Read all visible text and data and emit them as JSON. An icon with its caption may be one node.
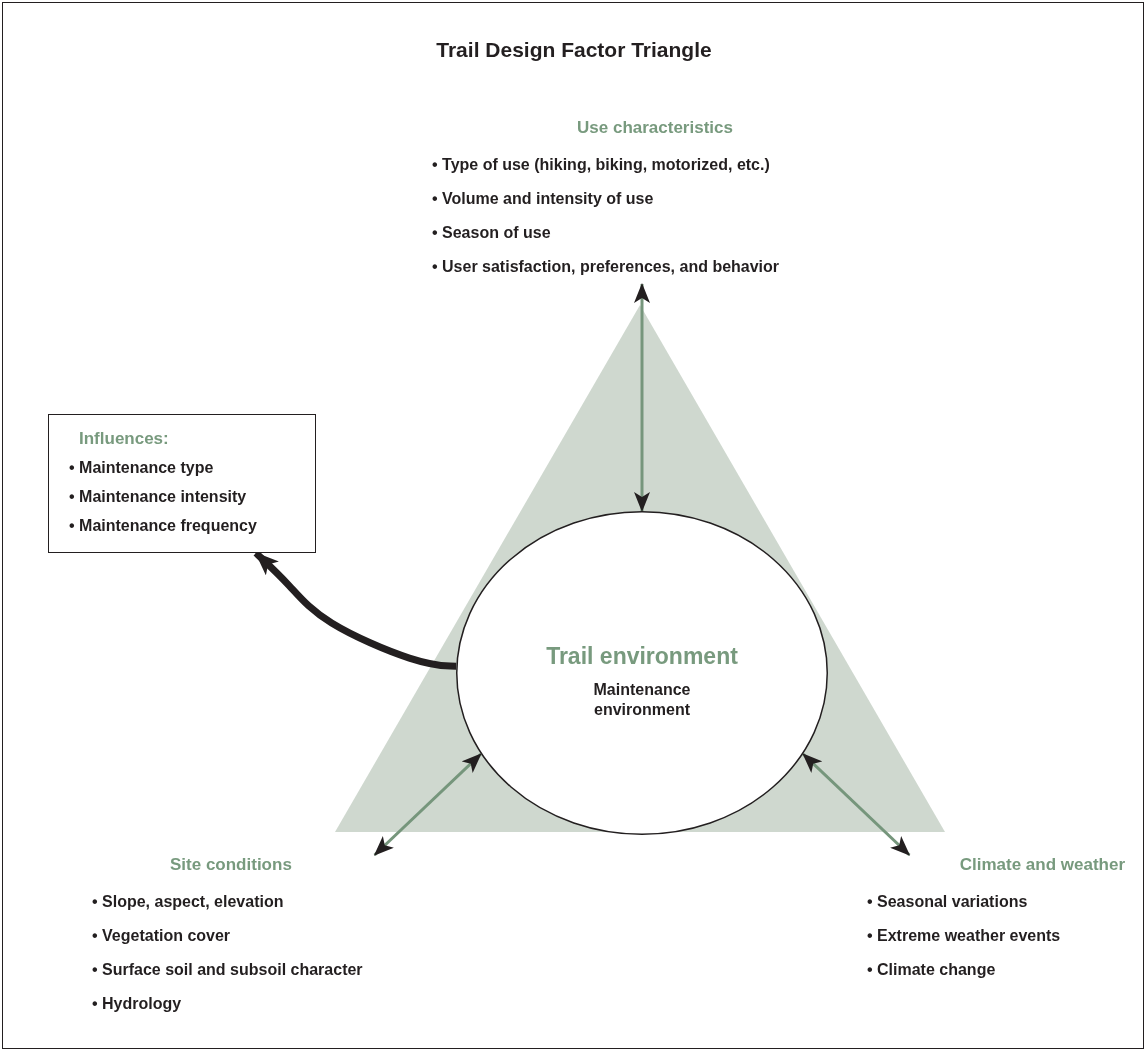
{
  "diagram": {
    "title": "Trail Design Factor Triangle",
    "nodes": [
      {
        "text": [
          "Trail environment",
          "Maintenance environment"
        ]
      },
      {
        "text": [
          "Use characteristics",
          "• Type of use (hiking, biking, motorized, etc.)",
          "• Volume and intensity of use",
          "• Season of use",
          "• User satisfaction, preferences, and behavior"
        ]
      },
      {
        "text": [
          "Site conditions",
          "• Slope, aspect, elevation",
          "• Vegetation cover",
          "• Surface soil and subsoil character",
          "• Hydrology"
        ]
      },
      {
        "text": [
          "Climate and weather",
          "• Seasonal variations",
          "• Extreme weather events",
          "• Climate change"
        ]
      },
      {
        "text": [
          "Influences:",
          "• Maintenance type",
          "• Maintenance intensity",
          "• Maintenance frequency"
        ]
      }
    ],
    "edges": [
      {
        "from": 0,
        "to": 1,
        "arrow": "both"
      },
      {
        "from": 0,
        "to": 2,
        "arrow": "both"
      },
      {
        "from": 0,
        "to": 3,
        "arrow": "both"
      },
      {
        "from": 0,
        "to": 4,
        "arrow": "to",
        "style": "thick",
        "color": "#231f20"
      }
    ]
  }
}
